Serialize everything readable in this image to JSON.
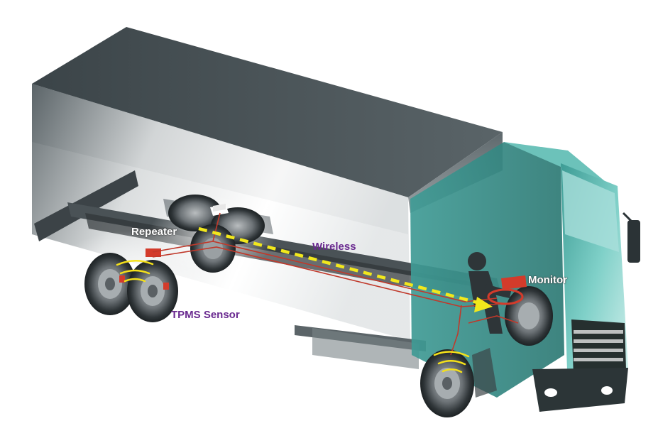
{
  "labels": {
    "repeater": "Repeater",
    "wireless": "Wireless",
    "monitor": "Monitor",
    "tpms_sensor": "TPMS Sensor"
  },
  "colors": {
    "label_white": "#ffffff",
    "label_purple": "#6a2a90",
    "signal_arrow": "#f2e81c",
    "wireless_waves": "#f5e11a",
    "wiring": "#c0392b",
    "cab": "#4fb2aa",
    "box_body": "#c8ccce",
    "frame": "#3c4347"
  },
  "icons": [
    "truck-illustration",
    "wheel-icon",
    "driver-silhouette-icon",
    "signal-wave-icon",
    "dashed-arrow-icon"
  ]
}
